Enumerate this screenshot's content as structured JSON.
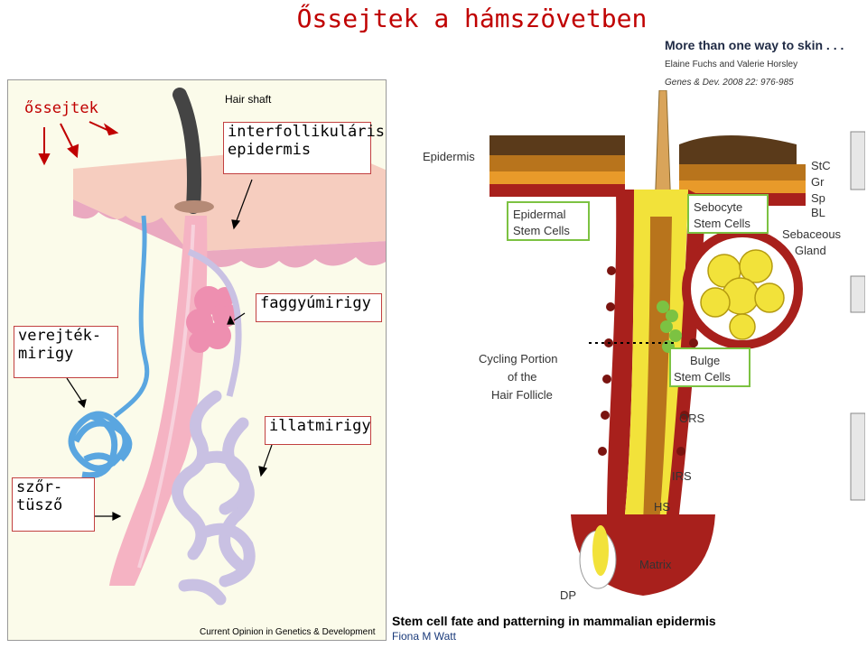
{
  "slide": {
    "title": "Őssejtek a hámszövetben"
  },
  "reference": {
    "title": "More than one way to skin . . .",
    "authors": "Elaine Fuchs and Valerie Horsley",
    "journal": "Genes & Dev. 2008 22: 976-985"
  },
  "left_figure": {
    "hair_shaft": "Hair shaft",
    "credit": "Current Opinion in Genetics & Development",
    "labels": {
      "stem_cells": "őssejtek",
      "interfollicular": [
        "interfollikuláris",
        "epidermis"
      ],
      "sebaceous": "faggyúmirigy",
      "sweat": [
        "verejték-",
        "mirigy"
      ],
      "apocrine": "illatmirigy",
      "follicle": [
        "szőr-",
        "tüsző"
      ]
    }
  },
  "right_figure": {
    "epidermis": "Epidermis",
    "layers": [
      "StC",
      "Gr",
      "Sp",
      "BL"
    ],
    "epidermal_stem": [
      "Epidermal",
      "Stem Cells"
    ],
    "sebocyte_stem": [
      "Sebocyte",
      "Stem Cells"
    ],
    "sebaceous_gland": [
      "Sebaceous",
      "Gland"
    ],
    "cycling": [
      "Cycling Portion",
      "of the",
      "Hair Follicle"
    ],
    "bulge": [
      "Bulge",
      "Stem Cells"
    ],
    "ors": "ORS",
    "irs": "IRS",
    "hs": "HS",
    "matrix": "Matrix",
    "dp": "DP"
  },
  "caption": {
    "title": "Stem cell fate and patterning in mammalian epidermis",
    "author": "Fiona M Watt"
  },
  "colors": {
    "title": "#c00000",
    "label_border": "#c24040",
    "ors_red": "#a8201c",
    "yellow": "#f2e23a",
    "green": "#7cc242",
    "sweat_blue": "#5aa6e0",
    "follicle_pink": "#f5b3c3",
    "apocrine_lilac": "#c9c1e3"
  }
}
